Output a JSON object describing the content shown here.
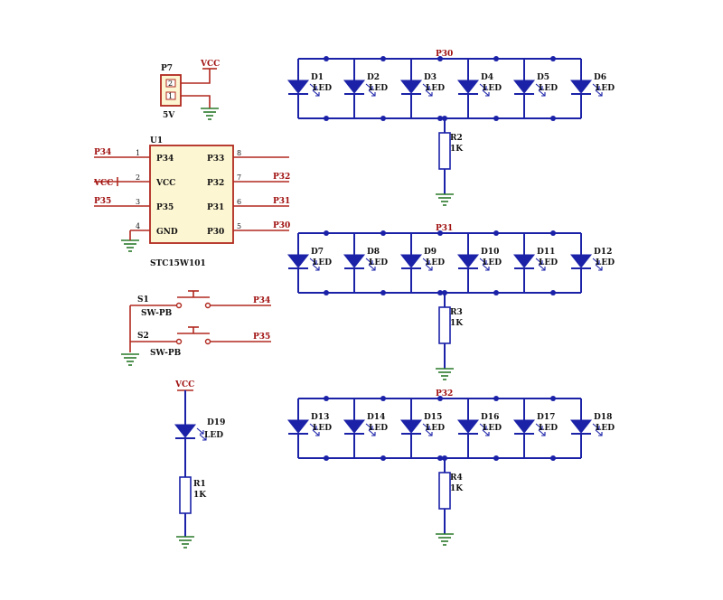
{
  "power_connector": {
    "designator": "P7",
    "pin1": "2",
    "pin2": "1",
    "value": "5V",
    "net": "VCC"
  },
  "mcu": {
    "designator": "U1",
    "part": "STC15W101",
    "left_pins": [
      {
        "num": "1",
        "name": "P34",
        "net": "P34"
      },
      {
        "num": "2",
        "name": "VCC",
        "net": "VCC"
      },
      {
        "num": "3",
        "name": "P35",
        "net": "P35"
      },
      {
        "num": "4",
        "name": "GND",
        "net": ""
      }
    ],
    "right_pins": [
      {
        "num": "8",
        "name": "P33",
        "net": ""
      },
      {
        "num": "7",
        "name": "P32",
        "net": "P32"
      },
      {
        "num": "6",
        "name": "P31",
        "net": "P31"
      },
      {
        "num": "5",
        "name": "P30",
        "net": "P30"
      }
    ]
  },
  "switches": [
    {
      "designator": "S1",
      "type": "SW-PB",
      "net": "P34"
    },
    {
      "designator": "S2",
      "type": "SW-PB",
      "net": "P35"
    }
  ],
  "power_led": {
    "designator": "D19",
    "type": "LED",
    "supply": "VCC",
    "resistor": "R1",
    "resistor_value": "1K"
  },
  "led_banks": [
    {
      "net": "P30",
      "resistor": "R2",
      "resistor_value": "1K",
      "leds": [
        "D1",
        "D2",
        "D3",
        "D4",
        "D5",
        "D6"
      ],
      "led_type": "LED"
    },
    {
      "net": "P31",
      "resistor": "R3",
      "resistor_value": "1K",
      "leds": [
        "D7",
        "D8",
        "D9",
        "D10",
        "D11",
        "D12"
      ],
      "led_type": "LED"
    },
    {
      "net": "P32",
      "resistor": "R4",
      "resistor_value": "1K",
      "leds": [
        "D13",
        "D14",
        "D15",
        "D16",
        "D17",
        "D18"
      ],
      "led_type": "LED"
    }
  ]
}
